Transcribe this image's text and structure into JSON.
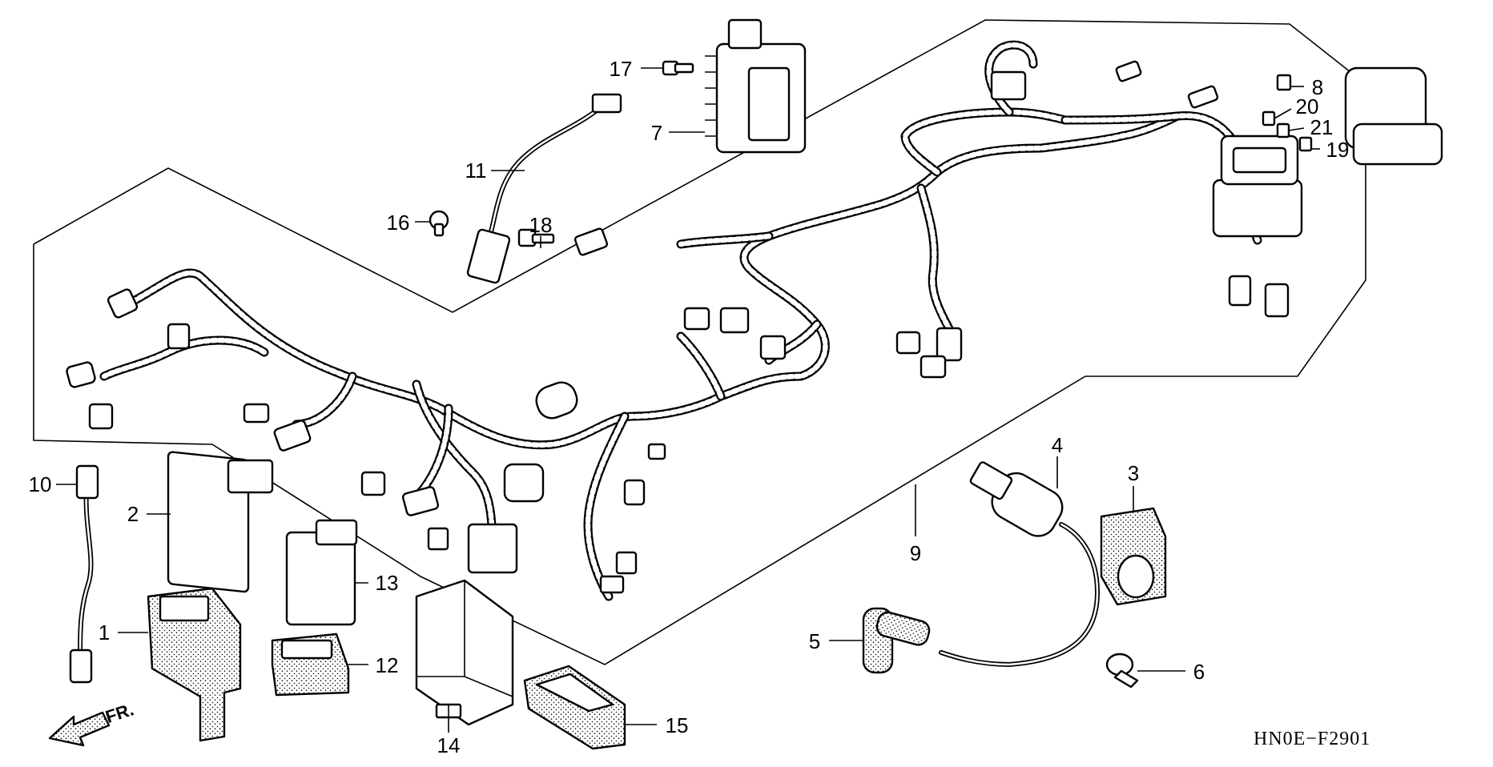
{
  "diagram": {
    "code": "HN0E−F2901",
    "direction_label": "FR.",
    "callouts": [
      {
        "id": "p1",
        "label": "1"
      },
      {
        "id": "p2",
        "label": "2"
      },
      {
        "id": "p3",
        "label": "3"
      },
      {
        "id": "p4",
        "label": "4"
      },
      {
        "id": "p5",
        "label": "5"
      },
      {
        "id": "p6",
        "label": "6"
      },
      {
        "id": "p7",
        "label": "7"
      },
      {
        "id": "p8",
        "label": "8"
      },
      {
        "id": "p9",
        "label": "9"
      },
      {
        "id": "p10",
        "label": "10"
      },
      {
        "id": "p11",
        "label": "11"
      },
      {
        "id": "p12",
        "label": "12"
      },
      {
        "id": "p13",
        "label": "13"
      },
      {
        "id": "p14",
        "label": "14"
      },
      {
        "id": "p15",
        "label": "15"
      },
      {
        "id": "p16",
        "label": "16"
      },
      {
        "id": "p17",
        "label": "17"
      },
      {
        "id": "p18",
        "label": "18"
      },
      {
        "id": "p19",
        "label": "19"
      },
      {
        "id": "p20",
        "label": "20"
      },
      {
        "id": "p21",
        "label": "21"
      }
    ]
  }
}
